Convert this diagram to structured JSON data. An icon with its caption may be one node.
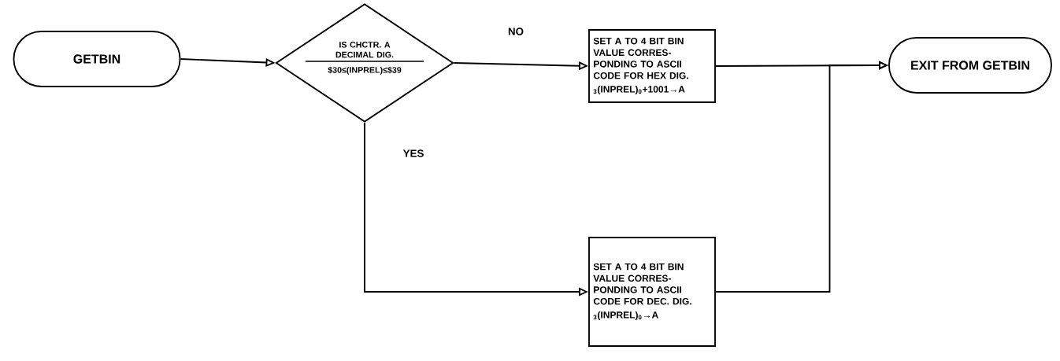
{
  "diagram": {
    "nodes": [
      {
        "text": [
          "GETBIN"
        ]
      },
      {
        "text": [
          "IS CHCTR. A DECIMAL DIG.",
          "$30≤(INPREL)≤$39"
        ]
      },
      {
        "text": [
          "SET A TO 4 BIT BIN VALUE CORRES-PONDING TO ASCII CODE FOR HEX DIG.",
          "$_{3}$(INPREL)$_{0}$+1001→A"
        ]
      },
      {
        "text": [
          "SET A TO 4 BIT BIN VALUE CORRES-PONDING TO ASCII CODE FOR DEC. DIG.",
          "$_{3}$(INPREL)$_{0}$→A"
        ]
      },
      {
        "text": [
          "EXIT FROM GETBIN"
        ]
      }
    ],
    "edges": [
      {
        "from": 0,
        "to": 1,
        "arrow": "to"
      },
      {
        "from": 1,
        "to": 2,
        "arrow": "to",
        "label": "NO"
      },
      {
        "from": 1,
        "to": 3,
        "arrow": "to",
        "label": "YES"
      },
      {
        "from": 2,
        "to": 4,
        "arrow": "to"
      },
      {
        "from": 3,
        "to": 4,
        "arrow": "to"
      }
    ]
  }
}
